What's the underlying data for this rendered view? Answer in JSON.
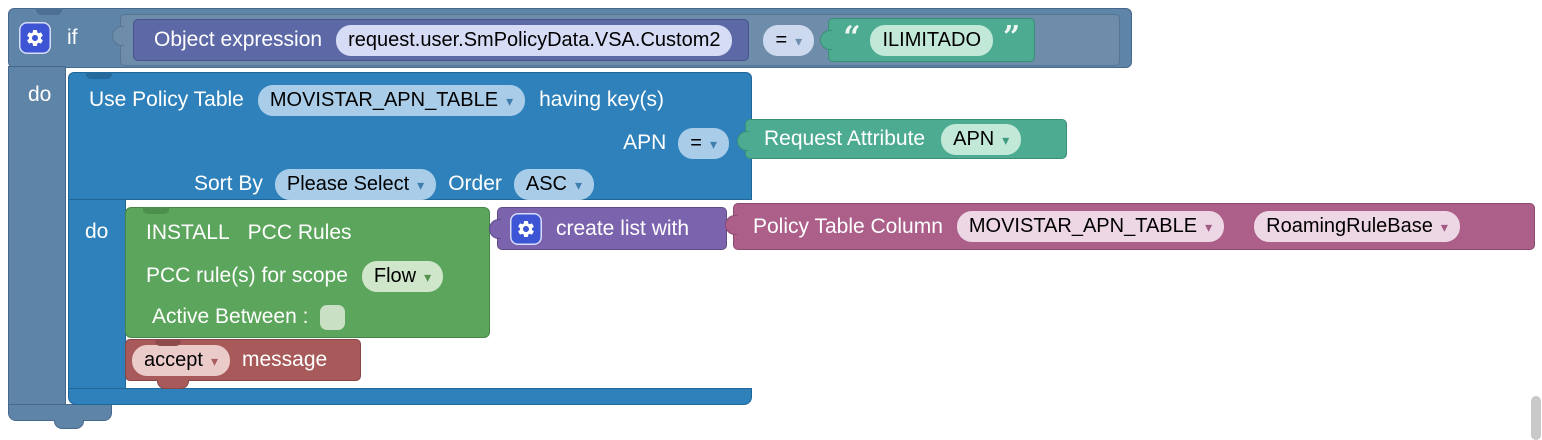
{
  "if_block": {
    "label": "if",
    "do_label": "do"
  },
  "condition": {
    "object_expression": {
      "label": "Object expression",
      "value": "request.user.SmPolicyData.VSA.Custom2"
    },
    "operator": "=",
    "string": {
      "open": "“",
      "value": "ILIMITADO",
      "close": "”"
    }
  },
  "policy_table": {
    "use_label": "Use Policy Table",
    "table": "MOVISTAR_APN_TABLE",
    "having_label": "having key(s)",
    "key_name": "APN",
    "key_operator": "=",
    "request_attribute": {
      "label": "Request Attribute",
      "value": "APN"
    },
    "sort_label": "Sort By",
    "sort_value": "Please Select",
    "order_label": "Order",
    "order_value": "ASC",
    "do_label": "do"
  },
  "install_pcc": {
    "install_label": "INSTALL",
    "rules_label": "PCC Rules",
    "scope_label": "PCC rule(s) for scope",
    "scope_value": "Flow",
    "active_label": "Active Between :"
  },
  "create_list": {
    "label": "create list with"
  },
  "policy_table_column": {
    "label": "Policy Table Column",
    "table": "MOVISTAR_APN_TABLE",
    "column": "RoamingRuleBase"
  },
  "accept_message": {
    "action": "accept",
    "label": "message"
  },
  "colors": {
    "if_block": "#5e84a8",
    "compare_block": "#6e8dab",
    "object_expression_block": "#5d69a7",
    "string_block": "#4dab91",
    "policy_table_block": "#2e81ba",
    "install_pcc_block": "#5ca55c",
    "create_list_block": "#7b64ad",
    "policy_table_column_block": "#ab5f89",
    "accept_block": "#a85959",
    "gear_icon_bg": "#3d55d4",
    "workspace_bg": "#ffffff",
    "scrollbar": "#c9c9c9"
  }
}
